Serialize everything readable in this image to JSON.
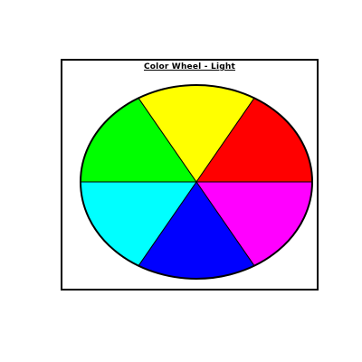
{
  "diagram": {
    "title": "Color Wheel - Light",
    "segments": [
      {
        "name": "magenta",
        "color": "#ff00ff"
      },
      {
        "name": "blue",
        "color": "#0000ff"
      },
      {
        "name": "cyan",
        "color": "#00ffff"
      },
      {
        "name": "green",
        "color": "#00ff00"
      },
      {
        "name": "yellow",
        "color": "#ffff00"
      },
      {
        "name": "red",
        "color": "#ff0000"
      }
    ],
    "outline_color": "#000000"
  }
}
